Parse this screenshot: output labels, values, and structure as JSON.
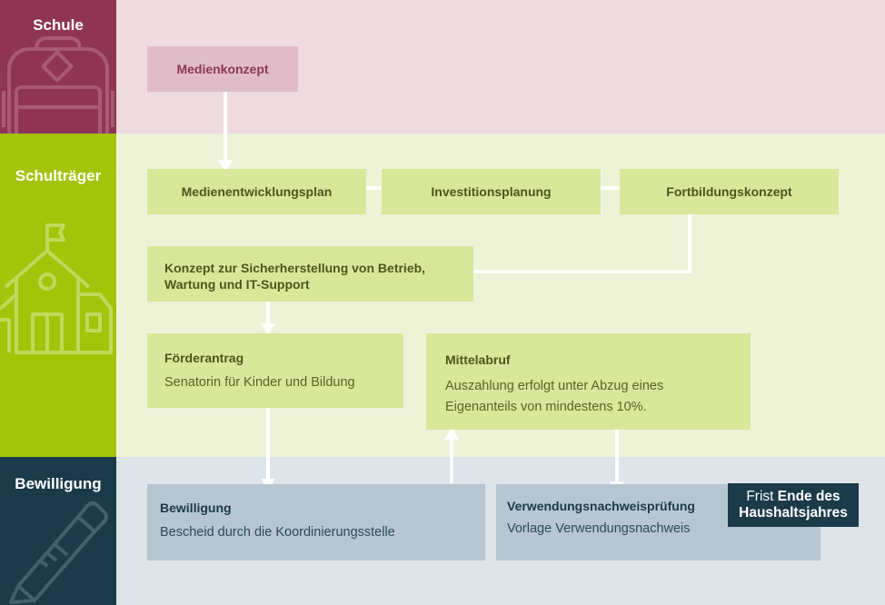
{
  "lanes": {
    "schule": {
      "title": "Schule",
      "icon": "backpack-icon",
      "side_color": "#8f3553",
      "bg_color": "#eddbe0"
    },
    "traeger": {
      "title": "Schulträger",
      "icon": "school-building-icon",
      "side_color": "#a3c40a",
      "bg_color": "#eef3d7"
    },
    "bewilligung": {
      "title": "Bewilligung",
      "icon": "pencil-icon",
      "side_color": "#1b3a4a",
      "bg_color": "#dde4ea"
    }
  },
  "boxes": {
    "medienkonzept": {
      "title": "Medienkonzept"
    },
    "medienentwicklungsplan": {
      "title": "Medienentwicklungsplan"
    },
    "investitionsplanung": {
      "title": "Investitionsplanung"
    },
    "fortbildungskonzept": {
      "title": "Fortbildungskonzept"
    },
    "betrieb": {
      "line1": "Konzept zur Sicherherstellung von Betrieb,",
      "line2": "Wartung und IT-Support"
    },
    "foerderantrag": {
      "title": "Förderantrag",
      "sub": "Senatorin für Kinder und Bildung"
    },
    "mittelabruf": {
      "title": "Mittelabruf",
      "sub1": "Auszahlung erfolgt unter Abzug eines",
      "sub2": "Eigenanteils von mindestens 10%."
    },
    "bewilligung": {
      "title": "Bewilligung",
      "sub": "Bescheid durch die Koordinierungsstelle"
    },
    "verwendung": {
      "title": "Verwendungsnachweisprüfung",
      "sub": "Vorlage Verwendungsnachweis"
    }
  },
  "frist": {
    "word": "Frist",
    "line1_bold": "Ende des",
    "line2_bold": "Haushaltsjahres"
  },
  "colors": {
    "connector": "#ffffff",
    "schule_accent": "#8f3553",
    "traeger_accent": "#a3c40a",
    "bewilligung_accent": "#1b3a4a"
  }
}
